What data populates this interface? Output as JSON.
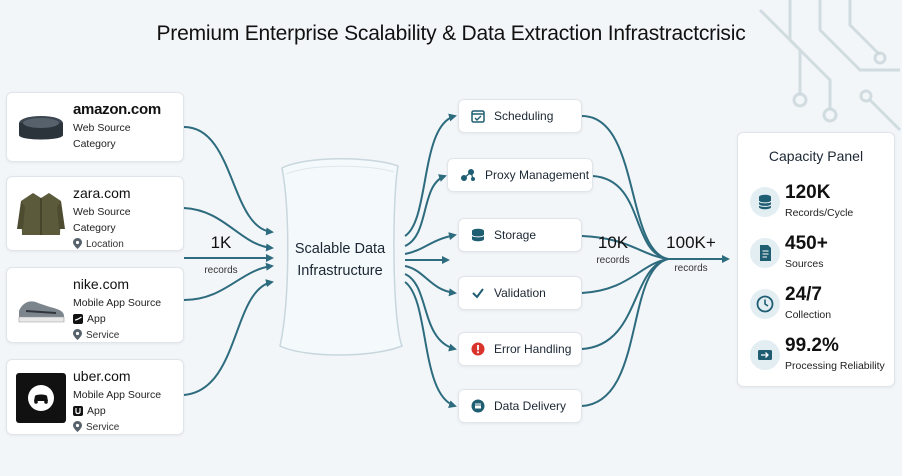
{
  "title": "Premium Enterprise Scalability & Data Extraction Infrastractcrisic",
  "sources": [
    {
      "name": "amazon.com",
      "type": "Web Source",
      "sub": "Category",
      "sub2": "",
      "sub2_icon": "",
      "thumb": "smart-speaker"
    },
    {
      "name": "zara.com",
      "type": "Web Source",
      "sub": "Category",
      "sub2": "Location",
      "sub2_icon": "location-pin-icon",
      "thumb": "jacket"
    },
    {
      "name": "nike.com",
      "type": "Mobile App Source",
      "sub": "App",
      "sub2": "Service",
      "sub2_icon": "location-pin-icon",
      "thumb": "sneaker"
    },
    {
      "name": "uber.com",
      "type": "Mobile App Source",
      "sub": "App",
      "sub2": "Service",
      "sub2_icon": "location-pin-icon",
      "thumb": "car-app"
    }
  ],
  "input_flow": {
    "value": "1K",
    "unit": "records"
  },
  "infrastructure": {
    "line1": "Scalable Data",
    "line2": "Infrastructure"
  },
  "processes": [
    {
      "label": "Scheduling",
      "icon": "calendar-check-icon"
    },
    {
      "label": "Proxy Management",
      "icon": "proxy-network-icon"
    },
    {
      "label": "Storage",
      "icon": "database-icon"
    },
    {
      "label": "Validation",
      "icon": "checkmark-icon"
    },
    {
      "label": "Error Handling",
      "icon": "error-alert-icon"
    },
    {
      "label": "Data Delivery",
      "icon": "delivery-package-icon"
    }
  ],
  "mid_flow": {
    "value": "10K",
    "unit": "records"
  },
  "output_flow": {
    "value": "100K+",
    "unit": "records"
  },
  "capacity_panel": {
    "title": "Capacity Panel",
    "metrics": [
      {
        "value": "120K",
        "label": "Records/Cycle",
        "icon": "database-stack-icon"
      },
      {
        "value": "450+",
        "label": "Sources",
        "icon": "document-icon"
      },
      {
        "value": "24/7",
        "label": "Collection",
        "icon": "clock-icon"
      },
      {
        "value": "99.2%",
        "label": "Processing Reliability",
        "icon": "reliability-arrow-icon"
      }
    ]
  },
  "colors": {
    "flow": "#2d6b7e",
    "panel_bg": "#ffffff",
    "accent": "#1f5d72",
    "error": "#d9342b",
    "background": "#f3f6f8"
  }
}
